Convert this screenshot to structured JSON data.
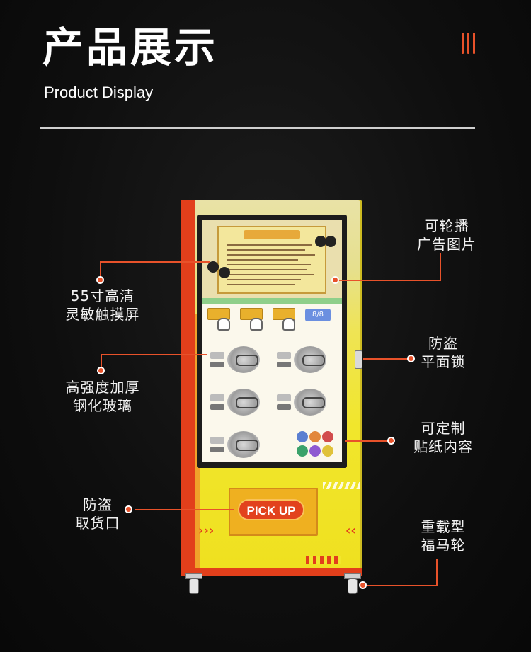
{
  "header": {
    "title_cn": "产品展示",
    "title_en": "Product Display"
  },
  "colors": {
    "accent": "#e8522a",
    "cabinet_yellow": "#f1e62c",
    "cabinet_red": "#e23f1b",
    "background": "#0e0e0e"
  },
  "callouts": {
    "carousel_ad": {
      "line1": "可轮播",
      "line2": "广告图片"
    },
    "touchscreen": {
      "line1": "55寸高清",
      "line2": "灵敏触摸屏"
    },
    "anti_theft_lock": {
      "line1": "防盗",
      "line2": "平面锁"
    },
    "tempered_glass": {
      "line1": "高强度加厚",
      "line2": "钢化玻璃"
    },
    "custom_sticker": {
      "line1": "可定制",
      "line2": "贴纸内容"
    },
    "anti_theft_pickup": {
      "line1": "防盗",
      "line2": "取货口"
    },
    "heavy_caster": {
      "line1": "重载型",
      "line2": "福马轮"
    }
  },
  "machine": {
    "pickup_label": "PICK UP",
    "screen_pager": "8/8"
  }
}
